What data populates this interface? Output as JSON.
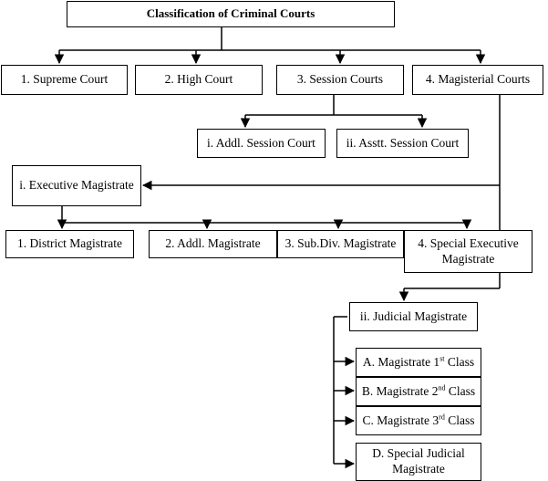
{
  "title": "Classification of Criminal Courts",
  "level1": {
    "supreme": "1. Supreme Court",
    "high": "2. High Court",
    "session": "3. Session Courts",
    "magisterial": "4. Magisterial Courts"
  },
  "session_courts": {
    "addl": "i. Addl. Session Court",
    "asstt": "ii. Asstt. Session Court"
  },
  "executive": {
    "label": "i. Executive Magistrate",
    "children": {
      "district": "1. District Magistrate",
      "addl": "2. Addl. Magistrate",
      "subdiv": "3. Sub.Div. Magistrate",
      "special": "4. Special Executive Magistrate"
    }
  },
  "judicial": {
    "label": "ii. Judicial Magistrate",
    "children": {
      "a_prefix": "A. Magistrate 1",
      "a_sup": "st",
      "a_suffix": " Class",
      "b_prefix": "B. Magistrate 2",
      "b_sup": "nd",
      "b_suffix": " Class",
      "c_prefix": "C. Magistrate 3",
      "c_sup": "rd",
      "c_suffix": " Class",
      "d": "D. Special Judicial Magistrate"
    }
  }
}
